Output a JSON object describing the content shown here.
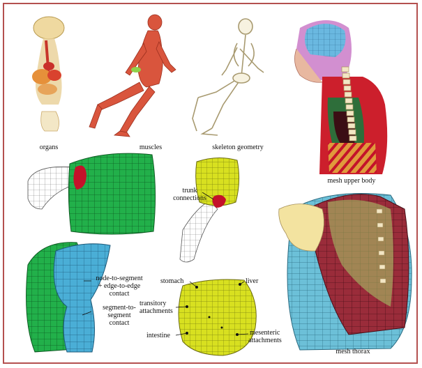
{
  "labels": {
    "organs": "organs",
    "muscles": "muscles",
    "skeleton": "skeleton geometry",
    "upper_body": "mesh upper body",
    "trunk": "trunk",
    "connections": "connections",
    "node_to_segment": "node-to-segment",
    "edge_to_edge": "+ edge-to-edge",
    "contact1": "contact",
    "segment_to": "segment-to-",
    "segment": "segment",
    "contact2": "contact",
    "stomach": "stomach",
    "liver": "liver",
    "transitory": "transitory",
    "attachments1": "attachments",
    "intestine": "intestine",
    "mesenteric": "mesenteric",
    "attachments2": "attachments",
    "mesh_thorax": "mesh thorax"
  },
  "colors": {
    "frame": "#b4504f",
    "mesh_green": "#22b04a",
    "mesh_blue": "#4aaed6",
    "mesh_yellow": "#d8e020",
    "contact_red": "#c4122a",
    "muscle_red": "#d9553d",
    "bone": "#f0e8c8"
  }
}
